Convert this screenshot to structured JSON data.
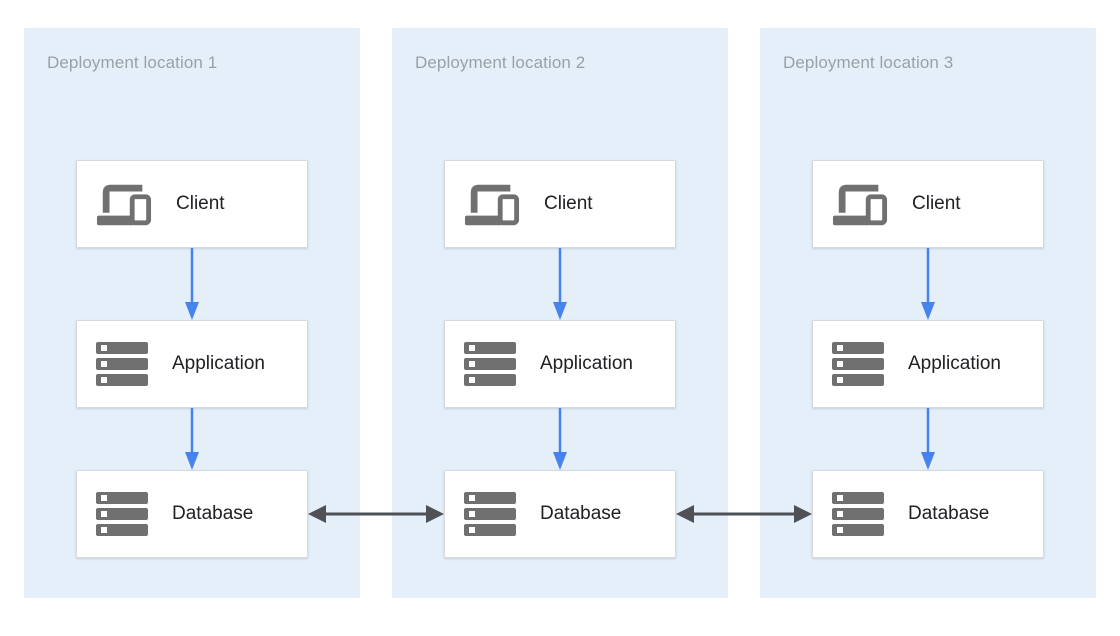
{
  "diagram": {
    "locations": [
      {
        "title": "Deployment location 1",
        "nodes": [
          {
            "label": "Client",
            "icon": "devices-icon"
          },
          {
            "label": "Application",
            "icon": "server-stack-icon"
          },
          {
            "label": "Database",
            "icon": "server-stack-icon"
          }
        ]
      },
      {
        "title": "Deployment location 2",
        "nodes": [
          {
            "label": "Client",
            "icon": "devices-icon"
          },
          {
            "label": "Application",
            "icon": "server-stack-icon"
          },
          {
            "label": "Database",
            "icon": "server-stack-icon"
          }
        ]
      },
      {
        "title": "Deployment location 3",
        "nodes": [
          {
            "label": "Client",
            "icon": "devices-icon"
          },
          {
            "label": "Application",
            "icon": "server-stack-icon"
          },
          {
            "label": "Database",
            "icon": "server-stack-icon"
          }
        ]
      }
    ],
    "connections": {
      "vertical_flow_per_location": [
        [
          "Client",
          "Application"
        ],
        [
          "Application",
          "Database"
        ]
      ],
      "horizontal_bidirectional": [
        [
          "Database 1",
          "Database 2"
        ],
        [
          "Database 2",
          "Database 3"
        ]
      ]
    }
  },
  "colors": {
    "panel_bg": "#E5EFF9",
    "title_text": "#99A1A8",
    "box_bg": "#FFFFFF",
    "box_border": "#D6DADF",
    "label_text": "#202124",
    "icon_color": "#707070",
    "flow_arrow": "#4683EE",
    "replication_arrow": "#4E5256"
  }
}
